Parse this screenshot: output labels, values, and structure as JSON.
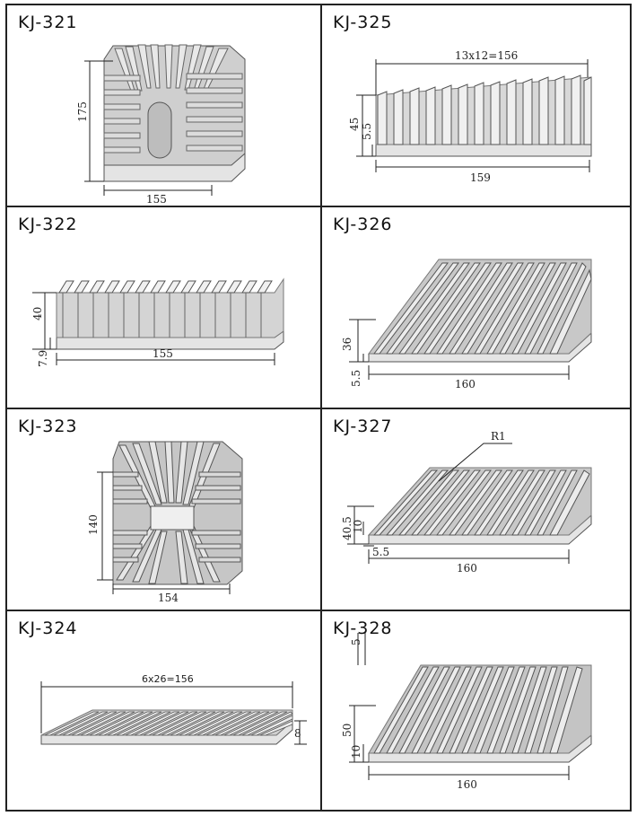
{
  "catalog": {
    "items": [
      {
        "model": "KJ-321",
        "dims": {
          "width": "155",
          "height": "175"
        }
      },
      {
        "model": "KJ-325",
        "dims": {
          "fin_pitch": "13x12=156",
          "height": "45",
          "base": "5.5",
          "width": "159"
        }
      },
      {
        "model": "KJ-322",
        "dims": {
          "height": "40",
          "base": "7.9",
          "width": "155"
        }
      },
      {
        "model": "KJ-326",
        "dims": {
          "height": "36",
          "base": "5.5",
          "width": "160"
        }
      },
      {
        "model": "KJ-323",
        "dims": {
          "height": "140",
          "width": "154"
        }
      },
      {
        "model": "KJ-327",
        "dims": {
          "radius": "R1",
          "height": "40.5",
          "fin_height": "10",
          "base": "5.5",
          "width": "160"
        }
      },
      {
        "model": "KJ-324",
        "dims": {
          "fin_pitch": "6x26=156",
          "height": "8"
        }
      },
      {
        "model": "KJ-328",
        "dims": {
          "fin_gap": "5",
          "height": "50",
          "base": "10",
          "width": "160"
        }
      }
    ]
  },
  "colors": {
    "metal_light": "#e6e6e6",
    "metal_mid": "#c4c4c4",
    "metal_dark": "#8e8e8e",
    "line": "#222222"
  }
}
